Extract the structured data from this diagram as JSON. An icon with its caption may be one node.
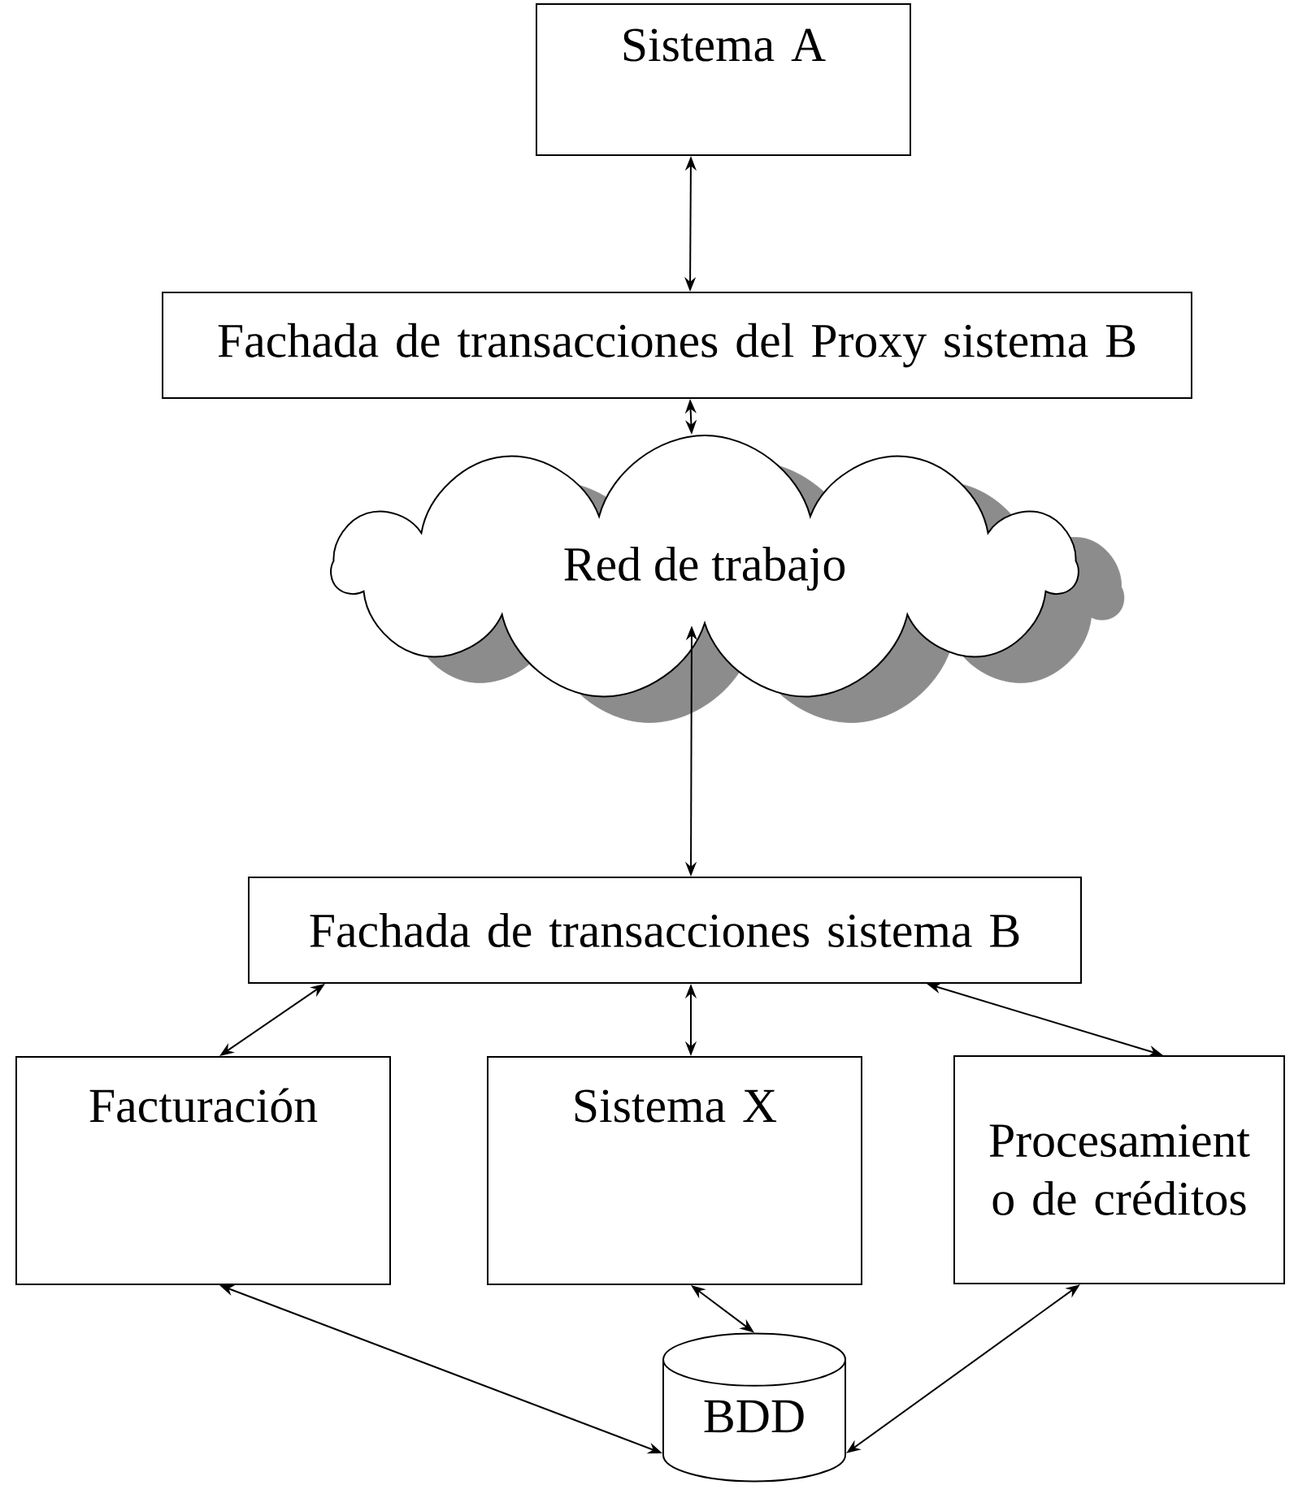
{
  "diagram": {
    "nodes": [
      {
        "text": [
          "Sistema A"
        ]
      },
      {
        "text": [
          "Fachada de transacciones del Proxy sistema B"
        ]
      },
      {
        "text": [
          "Red de trabajo"
        ]
      },
      {
        "text": [
          "Fachada de transacciones sistema B"
        ]
      },
      {
        "text": [
          "Facturación"
        ]
      },
      {
        "text": [
          "Sistema X"
        ]
      },
      {
        "text": [
          "Procesamient o de créditos"
        ]
      },
      {
        "text": [
          "BDD"
        ]
      }
    ],
    "edges": [
      {
        "from": 0,
        "to": 1,
        "arrow": "both"
      },
      {
        "from": 1,
        "to": 2,
        "arrow": "both"
      },
      {
        "from": 2,
        "to": 3,
        "arrow": "both"
      },
      {
        "from": 3,
        "to": 4,
        "arrow": "both"
      },
      {
        "from": 3,
        "to": 5,
        "arrow": "both"
      },
      {
        "from": 3,
        "to": 6,
        "arrow": "both"
      },
      {
        "from": 4,
        "to": 7,
        "arrow": "both"
      },
      {
        "from": 5,
        "to": 7,
        "arrow": "both"
      },
      {
        "from": 6,
        "to": 7,
        "arrow": "both"
      }
    ]
  }
}
